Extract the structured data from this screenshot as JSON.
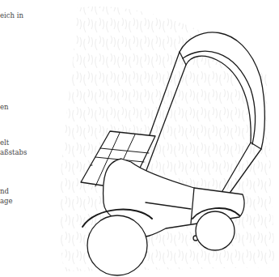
{
  "diagram": {
    "labels": [
      "eich in",
      "en",
      "elt",
      "aßstabs",
      "nd",
      "age"
    ]
  }
}
